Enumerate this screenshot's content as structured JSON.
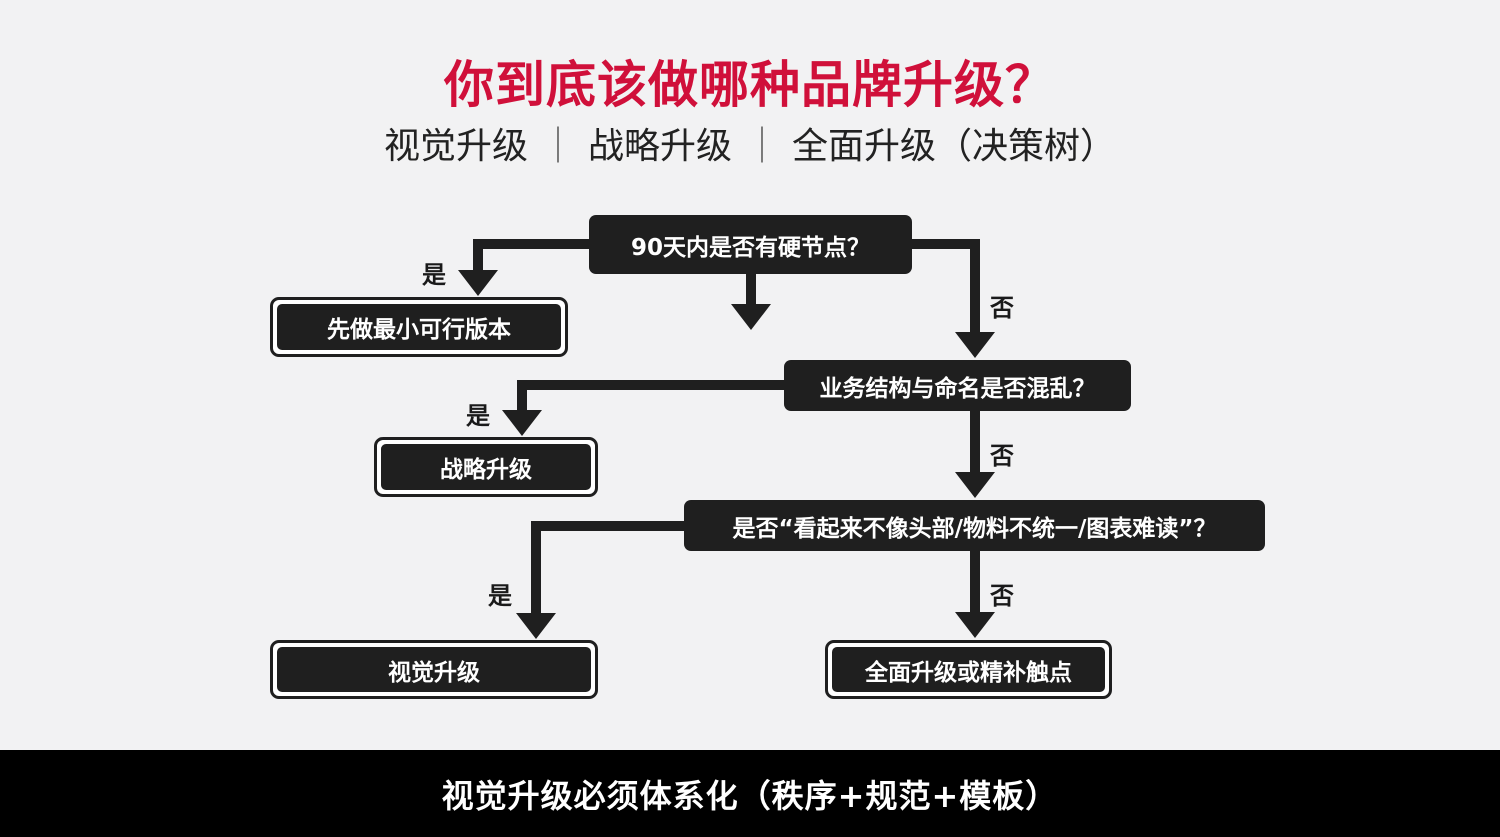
{
  "title": "你到底该做哪种品牌升级？",
  "subtitle": {
    "items": [
      "视觉升级",
      "战略升级",
      "全面升级（决策树）"
    ],
    "separator": "｜"
  },
  "flow": {
    "q1": "90天内是否有硬节点？",
    "q2": "业务结构与命名是否混乱？",
    "q3": "是否“看起来不像头部/物料不统一/图表难读”？",
    "leaf_mvp": "先做最小可行版本",
    "leaf_strategy": "战略升级",
    "leaf_visual": "视觉升级",
    "leaf_full": "全面升级或精补触点",
    "yes": "是",
    "no": "否"
  },
  "footer": "视觉升级必须体系化（秩序+规范+模板）",
  "colors": {
    "accent": "#d0103a",
    "box": "#1f1f1f",
    "background": "#f2f2f3"
  }
}
